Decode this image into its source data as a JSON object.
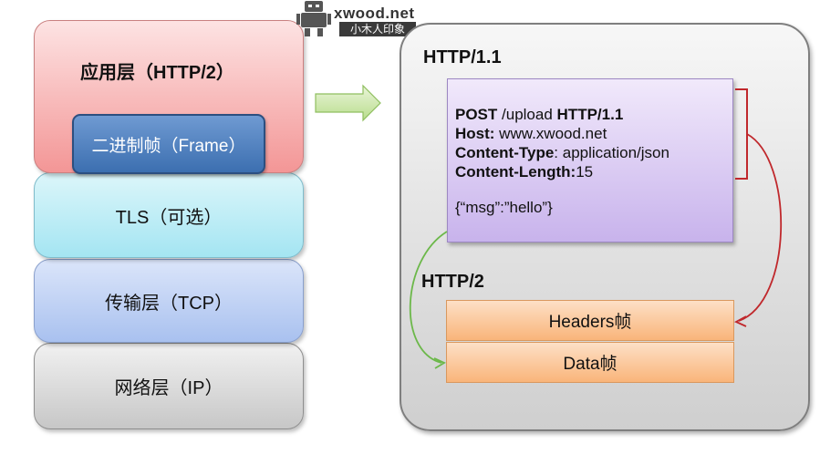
{
  "logo": {
    "site": "xwood.net",
    "tagline": "小木人印象"
  },
  "stack": {
    "app_layer": "应用层（HTTP/2）",
    "frame_layer": "二进制帧（Frame）",
    "tls_layer": "TLS（可选）",
    "transport_layer": "传输层（TCP）",
    "network_layer": "网络层（IP）"
  },
  "panel": {
    "http11_title": "HTTP/1.1",
    "http2_title": "HTTP/2",
    "request": {
      "method": "POST",
      "path": " /upload ",
      "version": "HTTP/1.1",
      "host_key": "Host:",
      "host_value": " www.xwood.net",
      "ctype_key": "Content-Type",
      "ctype_value": ": application/json",
      "clen_key": "Content-Length:",
      "clen_value": "15",
      "body": "{“msg”:”hello”}"
    },
    "headers_frame": "Headers帧",
    "data_frame": "Data帧"
  },
  "colors": {
    "arrow_green": "#6cb84a",
    "bracket_red": "#c0282c"
  }
}
